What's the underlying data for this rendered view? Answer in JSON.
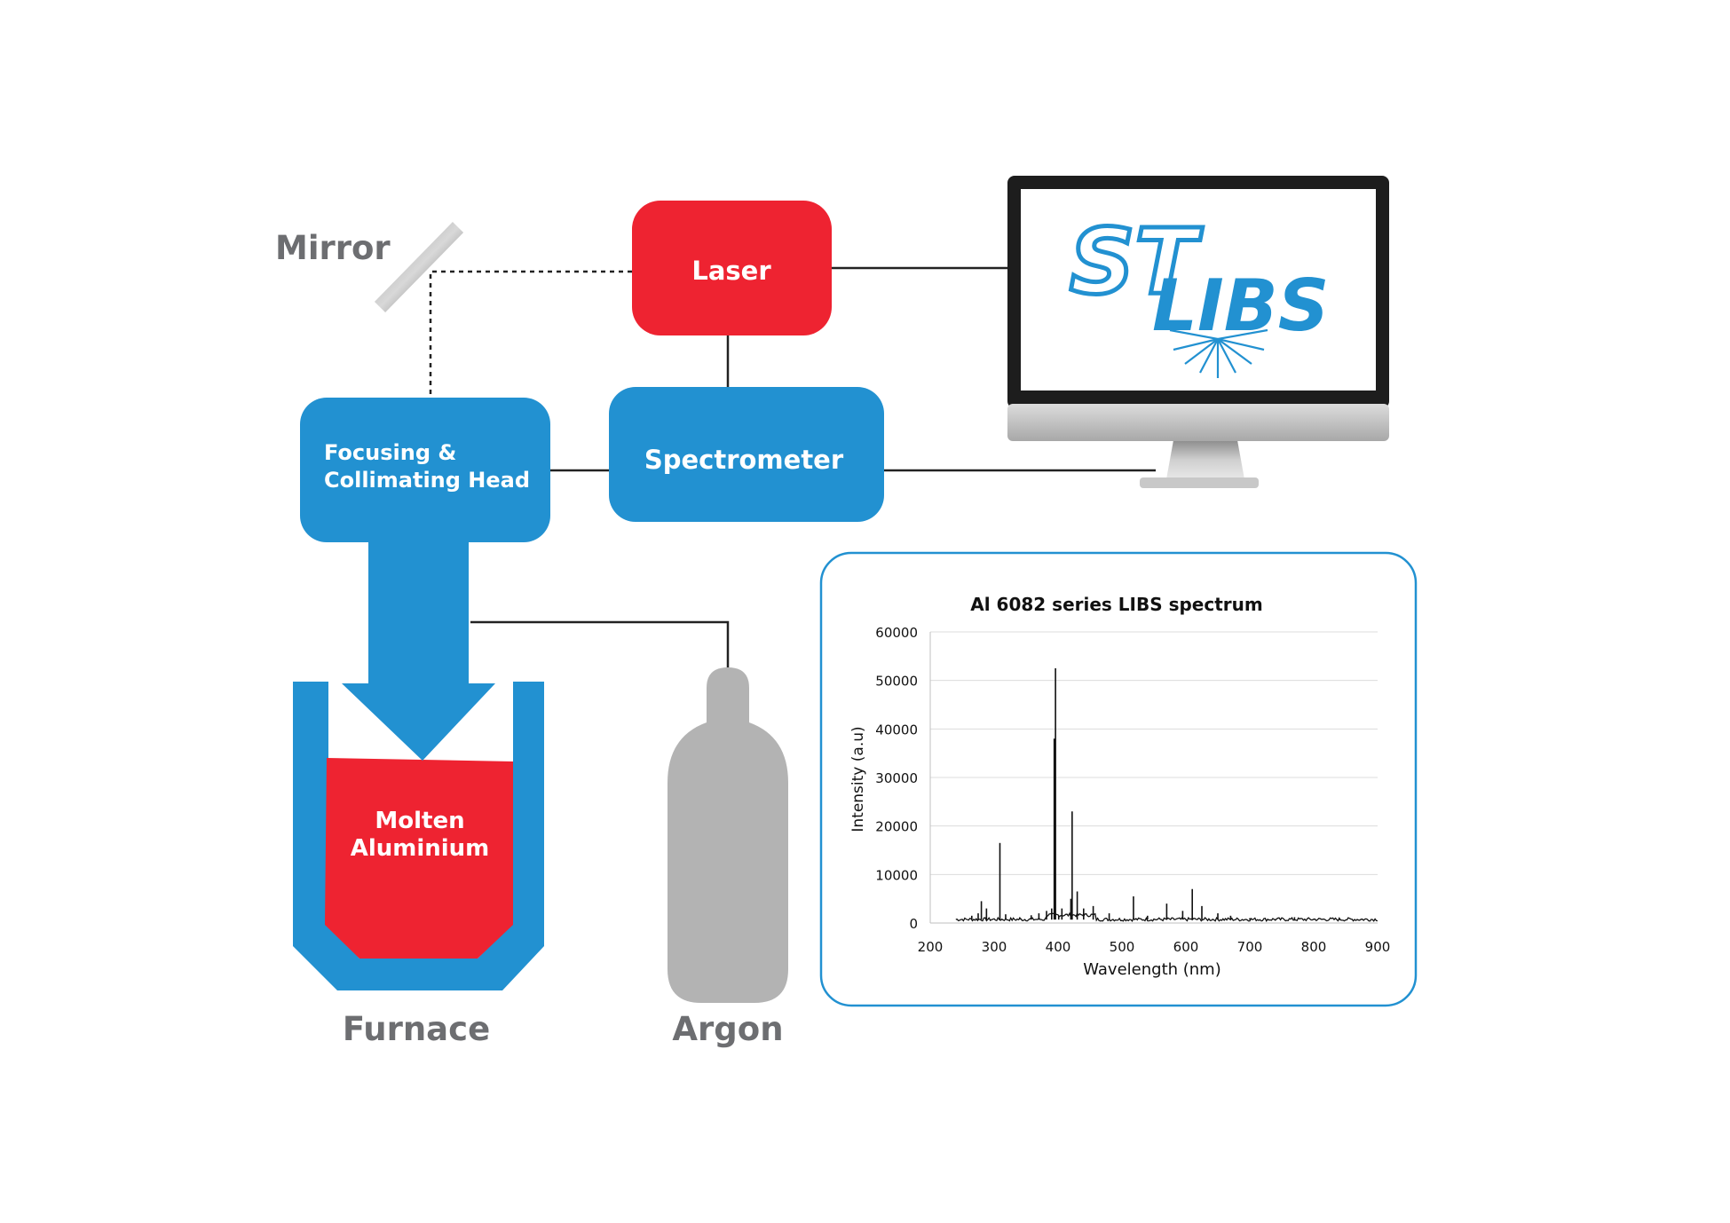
{
  "labels": {
    "mirror": "Mirror",
    "laser": "Laser",
    "spectrometer": "Spectrometer",
    "focusing_line1": "Focusing &",
    "focusing_line2": "Collimating Head",
    "molten_line1": "Molten",
    "molten_line2": "Aluminium",
    "furnace": "Furnace",
    "argon": "Argon"
  },
  "logo": {
    "text_st": "ST",
    "text_libs": "LIBS"
  },
  "colors": {
    "red": "#ee2331",
    "blue": "#2291d1",
    "grey_text": "#6d6e71",
    "argon_grey": "#b3b3b3",
    "line": "#222222"
  },
  "chart_data": {
    "type": "line",
    "title": "Al 6082 series LIBS spectrum",
    "xlabel": "Wavelength (nm)",
    "ylabel": "Intensity (a.u)",
    "xlim": [
      200,
      900
    ],
    "ylim": [
      0,
      60000
    ],
    "xticks": [
      "200",
      "300",
      "400",
      "500",
      "600",
      "700",
      "800",
      "900"
    ],
    "yticks": [
      "0",
      "10000",
      "20000",
      "30000",
      "40000",
      "50000",
      "60000"
    ],
    "grid": true,
    "peaks": [
      {
        "x": 250,
        "y": 800
      },
      {
        "x": 265,
        "y": 1500
      },
      {
        "x": 275,
        "y": 2000
      },
      {
        "x": 280,
        "y": 4500
      },
      {
        "x": 288,
        "y": 3000
      },
      {
        "x": 309,
        "y": 16500
      },
      {
        "x": 318,
        "y": 1800
      },
      {
        "x": 340,
        "y": 1200
      },
      {
        "x": 358,
        "y": 1600
      },
      {
        "x": 370,
        "y": 2000
      },
      {
        "x": 382,
        "y": 2500
      },
      {
        "x": 390,
        "y": 3000
      },
      {
        "x": 394,
        "y": 38000
      },
      {
        "x": 396,
        "y": 52500
      },
      {
        "x": 401,
        "y": 1500
      },
      {
        "x": 406,
        "y": 3000
      },
      {
        "x": 420,
        "y": 5000
      },
      {
        "x": 422,
        "y": 23000
      },
      {
        "x": 430,
        "y": 6500
      },
      {
        "x": 440,
        "y": 3000
      },
      {
        "x": 455,
        "y": 3500
      },
      {
        "x": 480,
        "y": 2000
      },
      {
        "x": 518,
        "y": 5500
      },
      {
        "x": 540,
        "y": 1500
      },
      {
        "x": 570,
        "y": 4000
      },
      {
        "x": 595,
        "y": 2500
      },
      {
        "x": 610,
        "y": 7000
      },
      {
        "x": 625,
        "y": 3500
      },
      {
        "x": 650,
        "y": 2000
      },
      {
        "x": 670,
        "y": 1500
      },
      {
        "x": 700,
        "y": 1000
      },
      {
        "x": 740,
        "y": 800
      },
      {
        "x": 770,
        "y": 1200
      },
      {
        "x": 800,
        "y": 800
      },
      {
        "x": 840,
        "y": 600
      },
      {
        "x": 870,
        "y": 500
      }
    ]
  }
}
